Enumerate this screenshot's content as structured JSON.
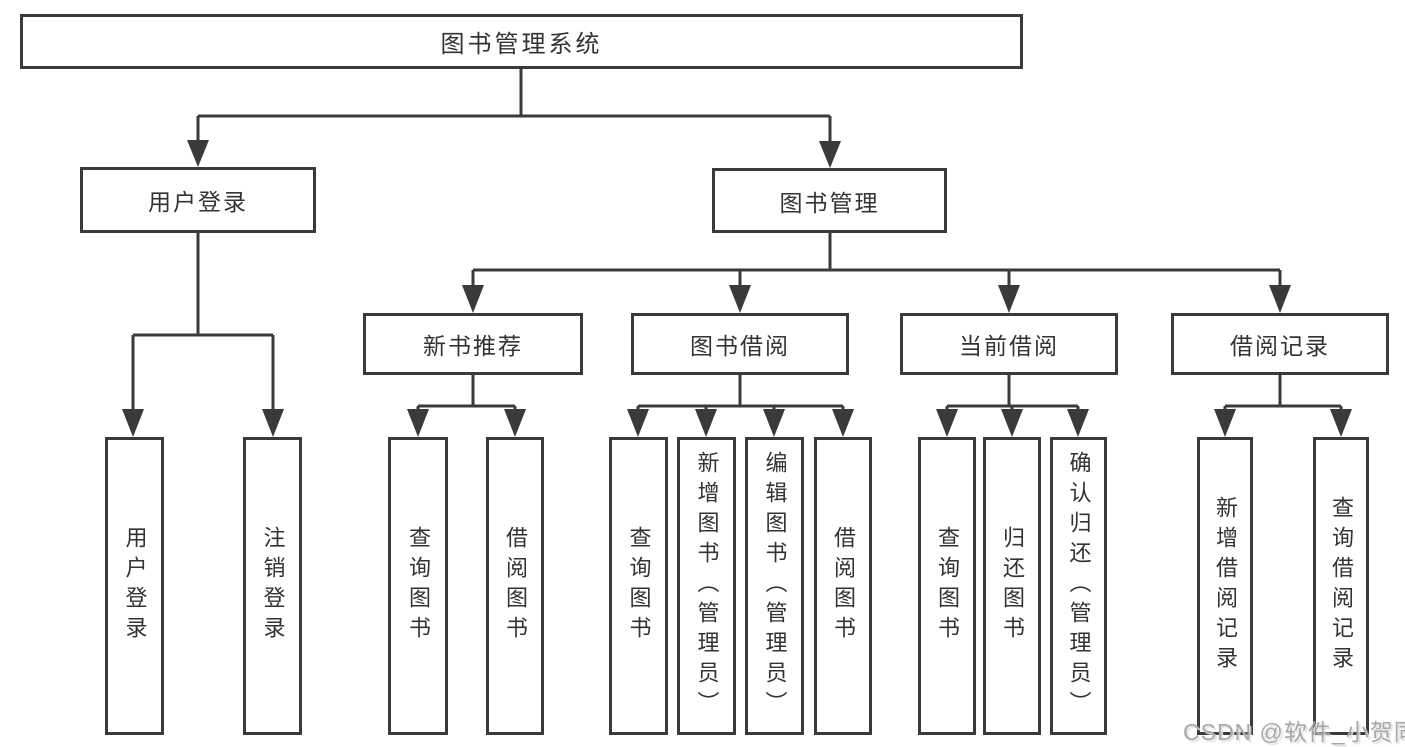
{
  "tree": {
    "root": {
      "label": "图书管理系统",
      "children": [
        {
          "label": "用户登录",
          "children": [
            {
              "label": "用户登录"
            },
            {
              "label": "注销登录"
            }
          ]
        },
        {
          "label": "图书管理",
          "children": [
            {
              "label": "新书推荐",
              "children": [
                {
                  "label": "查询图书"
                },
                {
                  "label": "借阅图书"
                }
              ]
            },
            {
              "label": "图书借阅",
              "children": [
                {
                  "label": "查询图书"
                },
                {
                  "label": "新增图书（管理员）"
                },
                {
                  "label": "编辑图书（管理员）"
                },
                {
                  "label": "借阅图书"
                }
              ]
            },
            {
              "label": "当前借阅",
              "children": [
                {
                  "label": "查询图书"
                },
                {
                  "label": "归还图书"
                },
                {
                  "label": "确认归还（管理员）"
                }
              ]
            },
            {
              "label": "借阅记录",
              "children": [
                {
                  "label": "新增借阅记录"
                },
                {
                  "label": "查询借阅记录"
                }
              ]
            }
          ]
        }
      ]
    }
  },
  "watermark": {
    "text": "CSDN @软件_小贺同学"
  },
  "colors": {
    "line": "#3a3a3a",
    "box_border": "#3a3a3a",
    "text": "#333333",
    "background": "#ffffff",
    "watermark": "#a8a8a8"
  }
}
